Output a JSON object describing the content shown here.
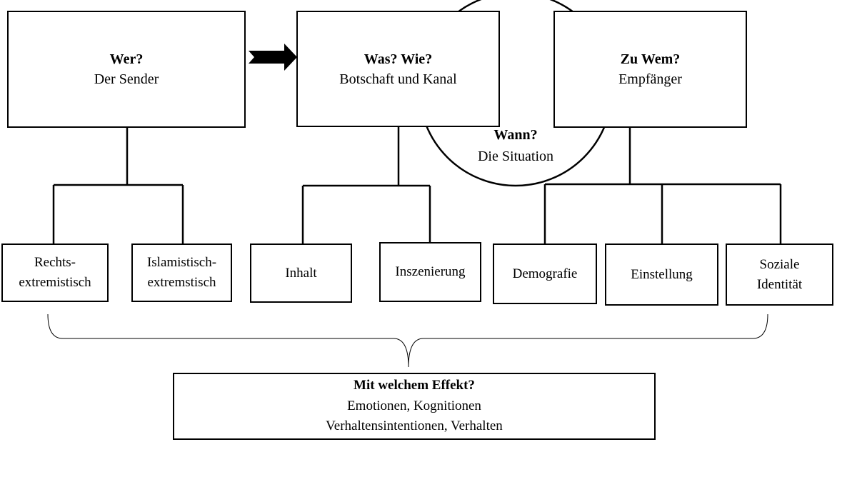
{
  "sender": {
    "title": "Wer?",
    "subtitle": "Der Sender"
  },
  "message": {
    "title": "Was? Wie?",
    "subtitle": "Botschaft und Kanal"
  },
  "recipient": {
    "title": "Zu Wem?",
    "subtitle": "Empfänger"
  },
  "situation": {
    "title": "Wann?",
    "subtitle": "Die Situation"
  },
  "sender_types": [
    {
      "line1": "Rechts-",
      "line2": "extremistisch"
    },
    {
      "line1": "Islamistisch-",
      "line2": "extremstisch"
    }
  ],
  "message_aspects": [
    {
      "label": "Inhalt"
    },
    {
      "label": "Inszenierung"
    }
  ],
  "recipient_aspects": [
    {
      "label": "Demografie"
    },
    {
      "label": "Einstellung"
    },
    {
      "line1": "Soziale",
      "line2": "Identität"
    }
  ],
  "effect": {
    "title": "Mit welchem Effekt?",
    "line1": "Emotionen, Kognitionen",
    "line2": "Verhaltensintentionen, Verhalten"
  }
}
